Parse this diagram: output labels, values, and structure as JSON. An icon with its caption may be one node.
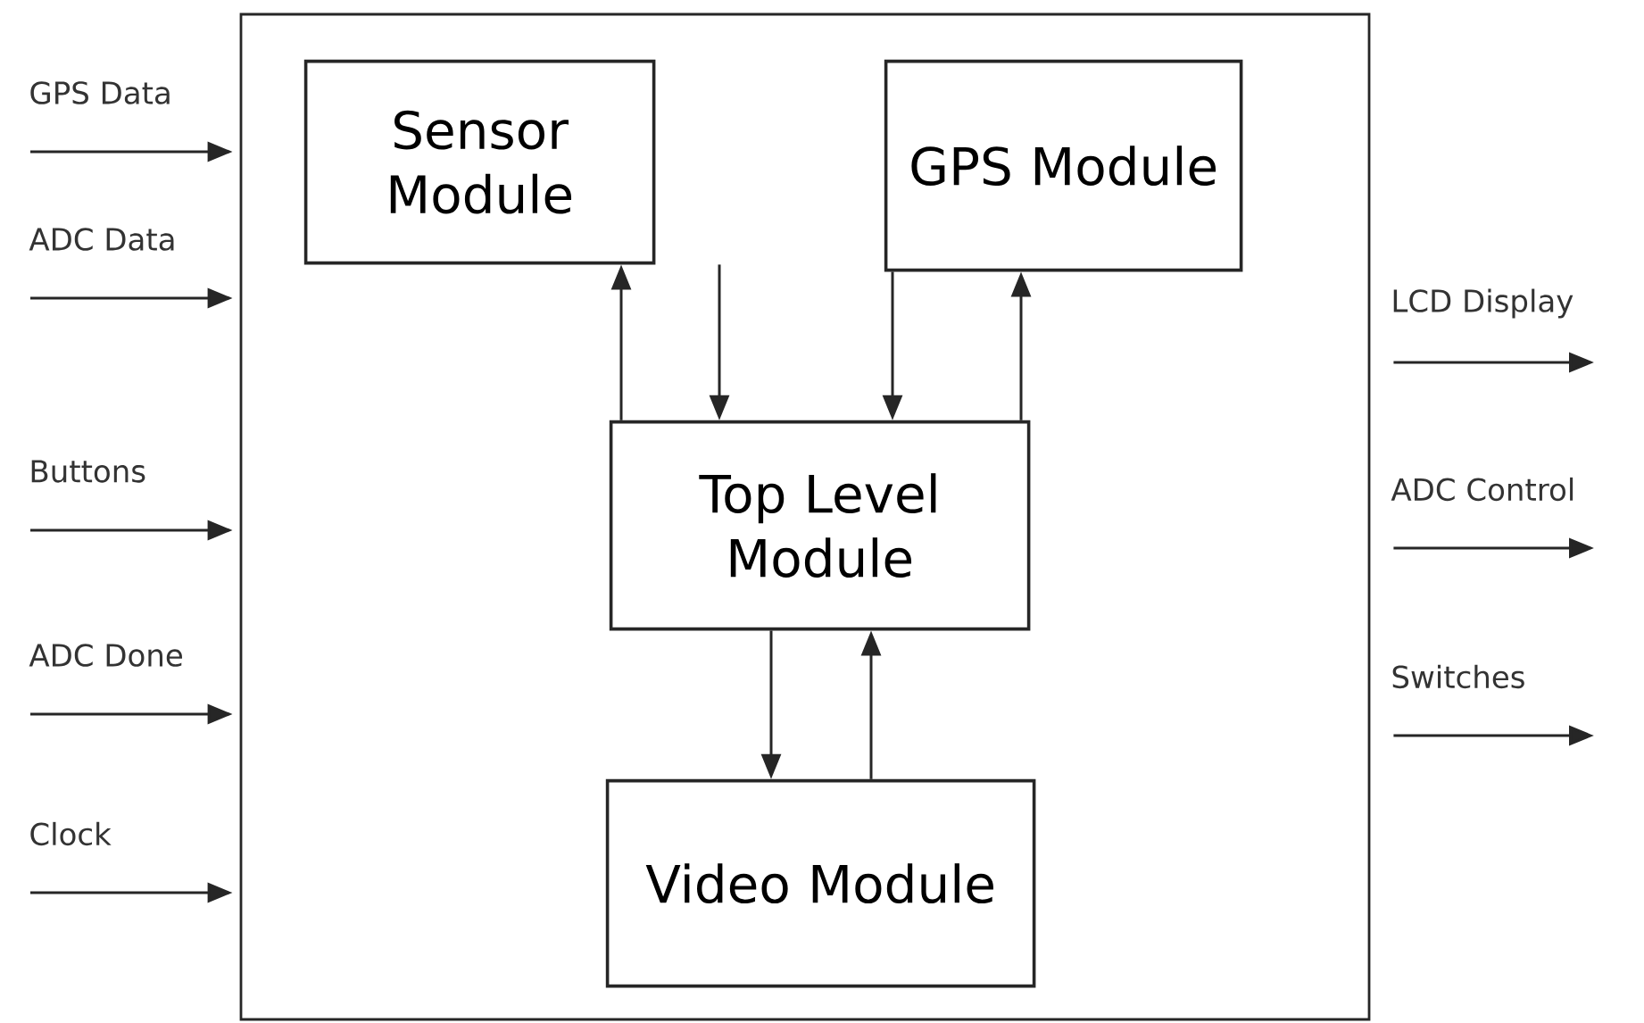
{
  "diagram": {
    "nodes": [
      {
        "text": [],
        "shape": "box"
      },
      {
        "text": [
          "Sensor Module"
        ],
        "in": 0
      },
      {
        "text": [
          "GPS Module"
        ],
        "in": 0
      },
      {
        "text": [
          "Top Level Module"
        ],
        "in": 0
      },
      {
        "text": [
          "Video Module"
        ],
        "in": 0
      }
    ],
    "edges": [
      {
        "from": null,
        "to": 0,
        "arrow": "to",
        "label": "GPS Data"
      },
      {
        "from": null,
        "to": 0,
        "arrow": "to",
        "label": "ADC Data"
      },
      {
        "from": null,
        "to": 0,
        "arrow": "to",
        "label": "Buttons"
      },
      {
        "from": null,
        "to": 0,
        "arrow": "to",
        "label": "ADC Done"
      },
      {
        "from": null,
        "to": 0,
        "arrow": "to",
        "label": "Clock"
      },
      {
        "from": 0,
        "to": null,
        "arrow": "to",
        "label": "LCD Display"
      },
      {
        "from": 0,
        "to": null,
        "arrow": "to",
        "label": "ADC Control"
      },
      {
        "from": 0,
        "to": null,
        "arrow": "to",
        "label": "Switches"
      },
      {
        "from": 3,
        "to": 1,
        "arrow": "to"
      },
      {
        "from": 1,
        "to": 3,
        "arrow": "to"
      },
      {
        "from": 2,
        "to": 3,
        "arrow": "to"
      },
      {
        "from": 3,
        "to": 2,
        "arrow": "to"
      },
      {
        "from": 3,
        "to": 4,
        "arrow": "to"
      },
      {
        "from": 4,
        "to": 3,
        "arrow": "to"
      }
    ]
  }
}
